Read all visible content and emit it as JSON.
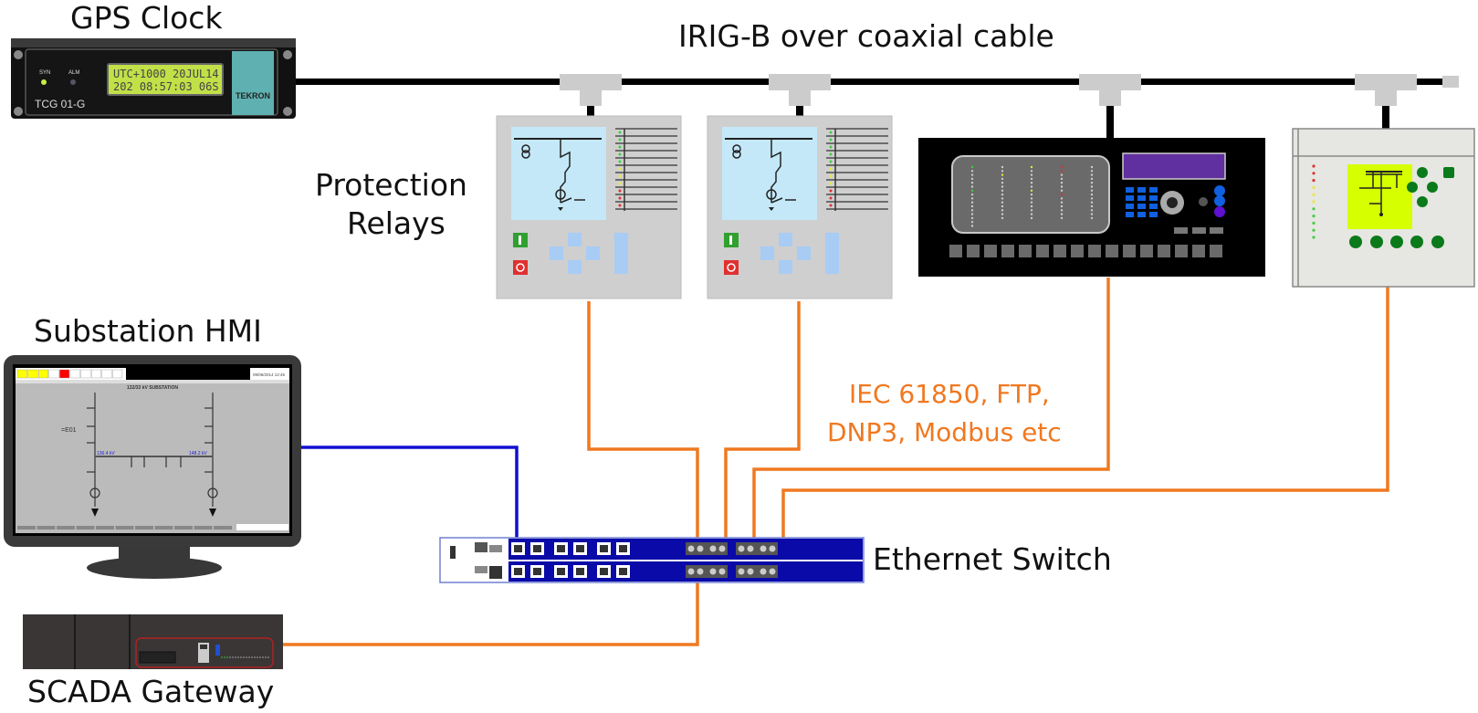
{
  "diagram": {
    "type": "substation-network-architecture",
    "labels": {
      "gps_clock": "GPS Clock",
      "irig_b": "IRIG-B over coaxial cable",
      "protection_relays_line1": "Protection",
      "protection_relays_line2": "Relays",
      "substation_hmi": "Substation HMI",
      "ethernet_switch": "Ethernet Switch",
      "scada_gateway": "SCADA Gateway",
      "protocols_line1": "IEC 61850, FTP,",
      "protocols_line2": "DNP3, Modbus etc"
    },
    "gps_device": {
      "model": "TCG 01-G",
      "brand": "TEKRON",
      "lcd_line1": "UTC+1000 20JUL14",
      "lcd_line2": "202 08:57:03 06S",
      "led_labels": [
        "SYN",
        "ALM"
      ]
    },
    "hmi_screen": {
      "title": "132/33 kV SUBSTATION",
      "bay_label": "=E01",
      "left_voltage": "136.4 kV",
      "right_voltage": "148.2 kV",
      "timestamp": "09/06/2014 12:45",
      "alarm_tiles": [
        "yellow",
        "yellow",
        "yellow",
        "white",
        "red",
        "white",
        "white",
        "white",
        "white",
        "white"
      ]
    },
    "connections": [
      {
        "from": "GPS Clock",
        "to": "IED bus",
        "medium": "IRIG-B coaxial",
        "color": "#000000"
      },
      {
        "from": "Substation HMI",
        "to": "Ethernet Switch",
        "medium": "Ethernet",
        "color": "#1010d0"
      },
      {
        "from": "Protection Relay 1",
        "to": "Ethernet Switch",
        "medium": "Ethernet",
        "color": "#f07820"
      },
      {
        "from": "Protection Relay 2",
        "to": "Ethernet Switch",
        "medium": "Ethernet",
        "color": "#f07820"
      },
      {
        "from": "Protection Relay 3",
        "to": "Ethernet Switch",
        "medium": "Ethernet",
        "color": "#f07820"
      },
      {
        "from": "Protection Relay 4",
        "to": "Ethernet Switch",
        "medium": "Ethernet",
        "color": "#f07820"
      },
      {
        "from": "SCADA Gateway",
        "to": "Ethernet Switch",
        "medium": "Ethernet",
        "color": "#f07820"
      }
    ],
    "colors": {
      "coax": "#000000",
      "ethernet_orange": "#f07820",
      "ethernet_blue": "#1010d0",
      "switch_body": "#0a0aa8",
      "relay_panel": "#cfcfcf",
      "relay_screen": "#c4e8f8",
      "tee_connector": "#cccccc"
    }
  }
}
